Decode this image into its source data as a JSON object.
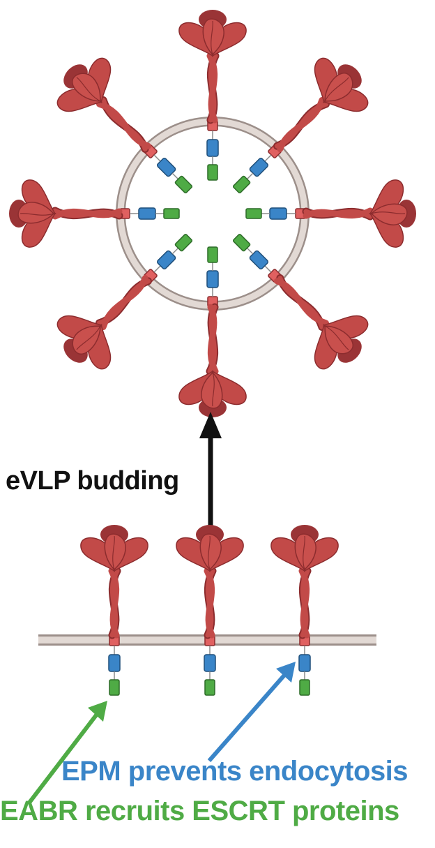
{
  "labels": {
    "budding": "eVLP budding",
    "epm": "EPM prevents endocytosis",
    "eabr": "EABR recruits ESCRT proteins"
  },
  "colors": {
    "spike": "#c24a48",
    "spike_dark": "#8c2c2e",
    "tm_domain": "#e06060",
    "epm": "#3a85c8",
    "eabr": "#4fab45",
    "membrane": "#cfc3bd",
    "membrane_edge": "#9c8f8a",
    "arrow": "#111111"
  },
  "icons": {
    "spike": "spike-protein-icon",
    "membrane": "lipid-membrane",
    "vesicle": "eVLP-vesicle"
  }
}
